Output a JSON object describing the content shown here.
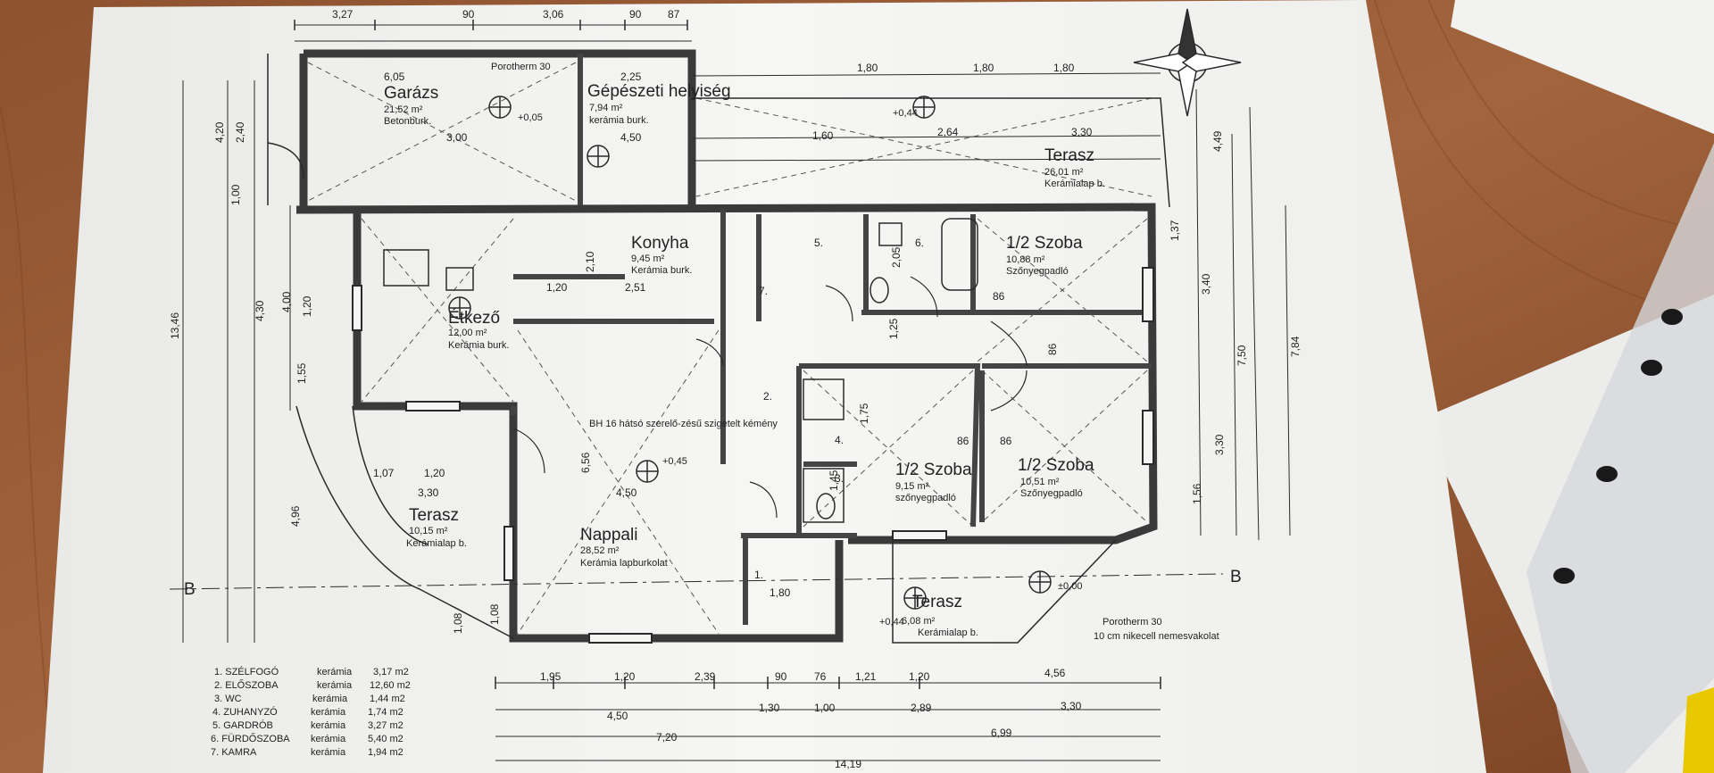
{
  "colors": {
    "desk": "#9a5a35",
    "paper": "#f4f4f2",
    "ink": "#2a2a2a"
  },
  "rooms": [
    {
      "name": "Garázs",
      "area": "21,52 m²",
      "finish": "Betonburk."
    },
    {
      "name": "Gépészeti helyiség",
      "area": "7,94 m²",
      "finish": "kerámia burk."
    },
    {
      "name": "Konyha",
      "area": "9,45 m²",
      "finish": "Kerámia burk."
    },
    {
      "name": "Étkező",
      "area": "12,00 m²",
      "finish": "Kerámia burk."
    },
    {
      "name": "Nappali",
      "area": "28,52 m²",
      "finish": "Kerámia lapburkolat"
    },
    {
      "name": "Terasz",
      "area": "26,01 m²",
      "finish": "Kerámialap b."
    },
    {
      "name": "Terasz",
      "area": "10,15 m²",
      "finish": "Kerámialap b."
    },
    {
      "name": "Terasz",
      "area": "6,08 m²",
      "finish": "Kerámialap b."
    },
    {
      "name": "1/2 Szoba",
      "area": "10,88 m²",
      "finish": "Szőnyegpadló"
    },
    {
      "name": "1/2 Szoba",
      "area": "9,15 m²",
      "finish": "szőnyegpadló"
    },
    {
      "name": "1/2 Szoba",
      "area": "10,51 m²",
      "finish": "Szőnyegpadló"
    }
  ],
  "room_numbers": [
    "1.",
    "2.",
    "3.",
    "4.",
    "5.",
    "6.",
    "7."
  ],
  "notes": {
    "chimney": "BH 16 hátsó szerelő-zésű szigetelt kémény",
    "porotherm": "Porotherm 30",
    "insulation": "10 cm nikecell nemesvakolat",
    "level_a": "±0,00",
    "level_b": "+0,44",
    "level_c": "+0,45",
    "level_d": "+0,05",
    "section_mark": "B"
  },
  "dimensions": {
    "top": [
      "3,27",
      "90",
      "3,06",
      "90",
      "87",
      "6,05",
      "2,25",
      "1,80",
      "1,80",
      "1,80",
      "3,00",
      "4,50",
      "1,60",
      "2,64",
      "3,30"
    ],
    "bottom": [
      "1,95",
      "1,20",
      "2,39",
      "90",
      "76",
      "1,21",
      "1,20",
      "4,56",
      "4,50",
      "1,30",
      "1,00",
      "2,89",
      "3,30",
      "7,20",
      "6,99",
      "14,19"
    ],
    "left": [
      "13,46",
      "4,20",
      "2,40",
      "1,00",
      "4,30",
      "4,00",
      "1,20",
      "1,55",
      "4,96",
      "1,08",
      "1,08"
    ],
    "right": [
      "7,84",
      "4,49",
      "1,37",
      "3,40",
      "7,50",
      "3,30",
      "1,56"
    ],
    "inner": [
      "1,07",
      "1,20",
      "3,30",
      "4,50",
      "6,56",
      "2,10",
      "2,51",
      "1,20",
      "1,80",
      "1,75",
      "1,45",
      "1,25",
      "2,05",
      "86",
      "86",
      "86",
      "86"
    ]
  },
  "legend": [
    {
      "no": "1. SZÉLFOGÓ",
      "mat": "kerámia",
      "area": "3,17 m2"
    },
    {
      "no": "2. ELŐSZOBA",
      "mat": "kerámia",
      "area": "12,60 m2"
    },
    {
      "no": "3. WC",
      "mat": "kerámia",
      "area": "1,44 m2"
    },
    {
      "no": "4. ZUHANYZÓ",
      "mat": "kerámia",
      "area": "1,74 m2"
    },
    {
      "no": "5. GARDRÓB",
      "mat": "kerámia",
      "area": "3,27 m2"
    },
    {
      "no": "6. FÜRDŐSZOBA",
      "mat": "kerámia",
      "area": "5,40 m2"
    },
    {
      "no": "7. KAMRA",
      "mat": "kerámia",
      "area": "1,94 m2"
    }
  ]
}
